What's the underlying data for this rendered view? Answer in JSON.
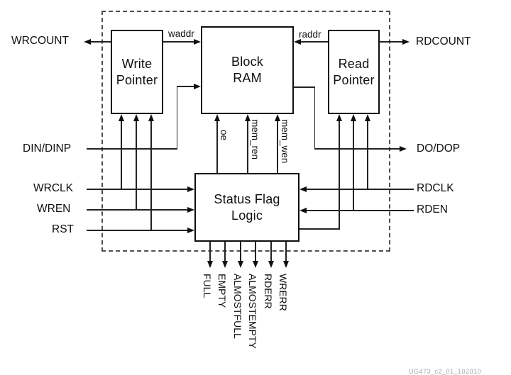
{
  "diagram": {
    "blocks": {
      "write_pointer": {
        "line1": "Write",
        "line2": "Pointer"
      },
      "block_ram": {
        "line1": "Block",
        "line2": "RAM"
      },
      "read_pointer": {
        "line1": "Read",
        "line2": "Pointer"
      },
      "status_flag_logic": {
        "line1": "Status Flag",
        "line2": "Logic"
      }
    },
    "signals": {
      "left": {
        "wrcount": "WRCOUNT",
        "din": "DIN/DINP",
        "wrclk": "WRCLK",
        "wren": "WREN",
        "rst": "RST"
      },
      "right": {
        "rdcount": "RDCOUNT",
        "do": "DO/DOP",
        "rdclk": "RDCLK",
        "rden": "RDEN"
      },
      "internal": {
        "waddr": "waddr",
        "raddr": "raddr",
        "oe": "oe",
        "mem_ren": "mem_ren",
        "mem_wen": "mem_wen"
      }
    },
    "output_flags": [
      "FULL",
      "EMPTY",
      "ALMOSTFULL",
      "ALMOSTEMPTY",
      "RDERR",
      "WRERR"
    ],
    "figure_ref": "UG473_c2_01_102010",
    "colors": {
      "background": "#ffffff",
      "line": "#222222",
      "box_border": "#0f0f0f",
      "dashed_border": "#4f4f4f",
      "text": "#0f0f0f"
    }
  }
}
